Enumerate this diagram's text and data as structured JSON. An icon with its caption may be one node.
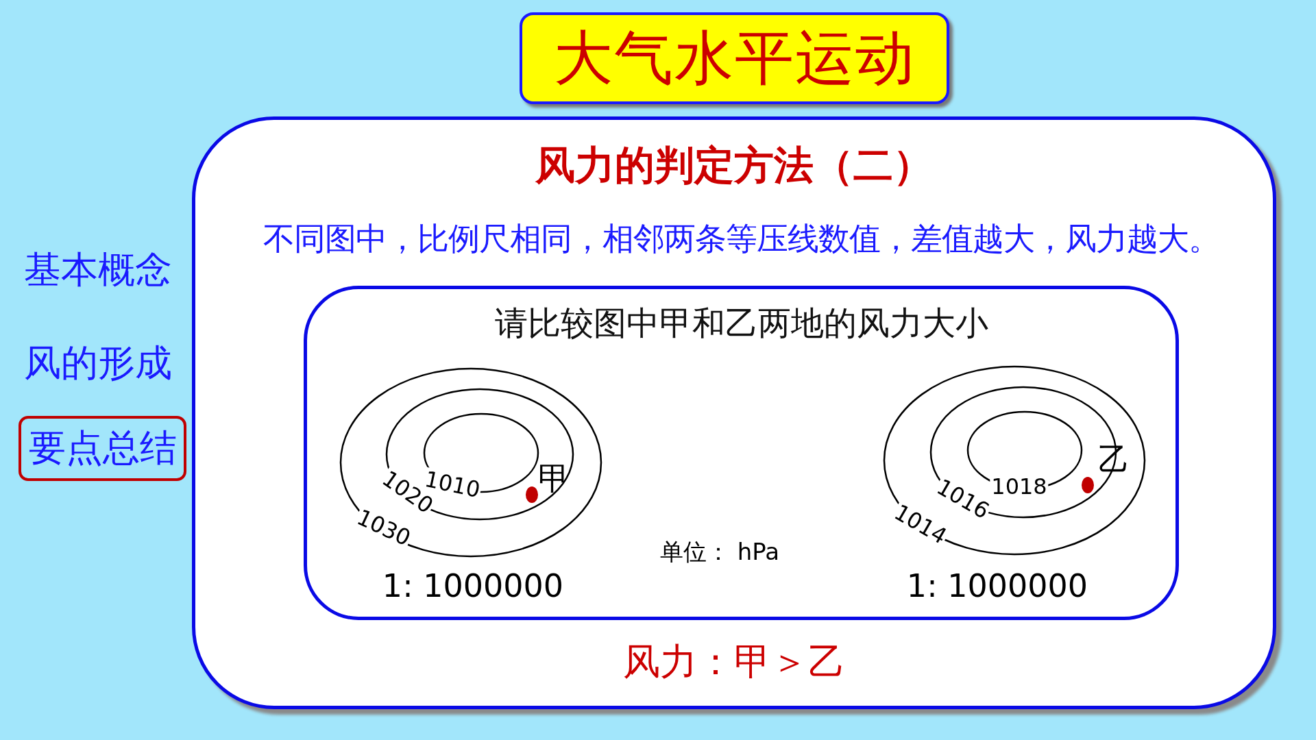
{
  "diagram": {
    "title": "大气水平运动",
    "nodes": [
      {
        "text": [
          "要点总结"
        ]
      },
      {
        "text": [
          "风力的判定方法（二）",
          "不同图中，比例尺相同，相邻两条等压线数值，差值越大，风力越大。",
          "风力：甲＞乙"
        ]
      },
      {
        "text": [
          "请比较图中甲和乙两地的风力大小"
        ],
        "in": 1
      }
    ],
    "labels": [
      "基本概念",
      "风的形成",
      "1010",
      "甲",
      "1020",
      "1030",
      "1: 1000000",
      "单位： hPa",
      "1018",
      "乙",
      "1016",
      "1014",
      "1: 1000000"
    ]
  }
}
